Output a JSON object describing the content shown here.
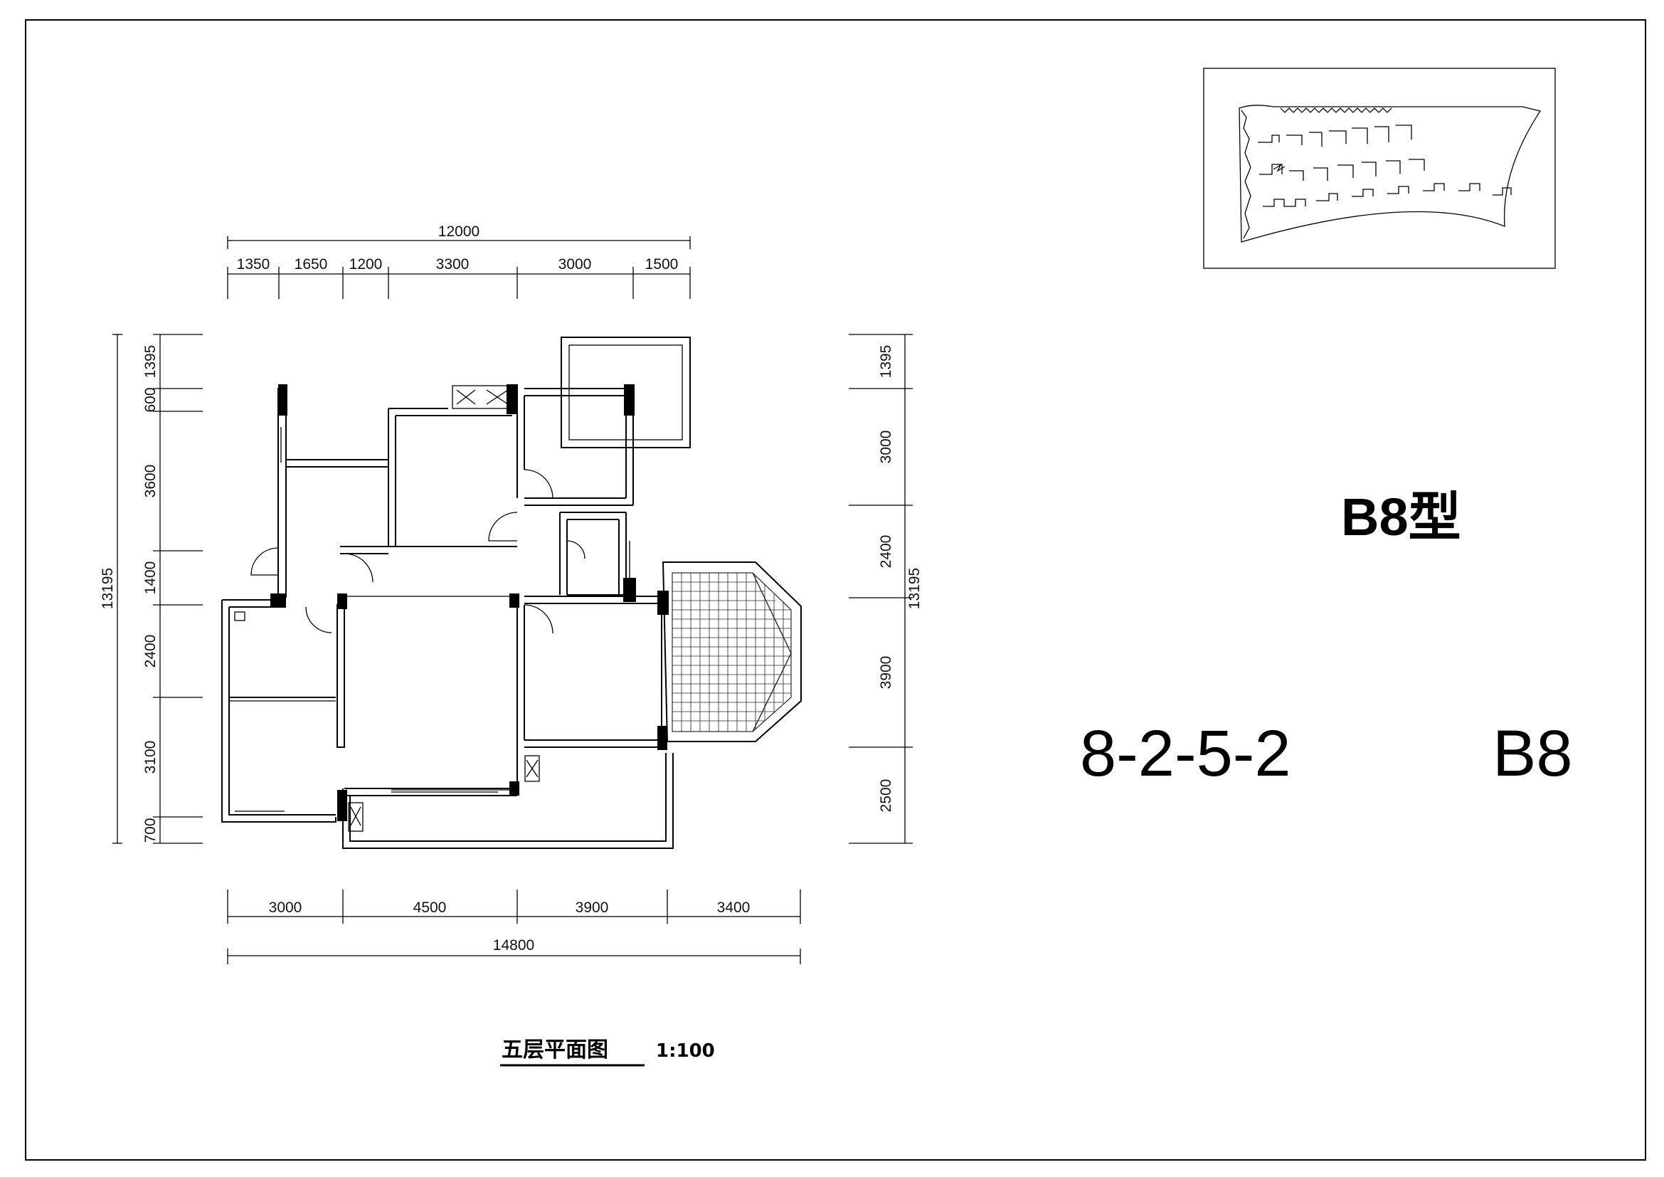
{
  "dimensions": {
    "top_total": "12000",
    "top_segments": [
      "1350",
      "1650",
      "1200",
      "3300",
      "3000",
      "1500"
    ],
    "bottom_segments": [
      "3000",
      "4500",
      "3900",
      "3400"
    ],
    "bottom_total": "14800",
    "left_segments": [
      "1395",
      "600",
      "3600",
      "1400",
      "2400",
      "3100",
      "700"
    ],
    "left_total": "13195",
    "right_segments": [
      "1395",
      "3000",
      "2400",
      "3900",
      "2500"
    ],
    "right_total": "13195"
  },
  "labels": {
    "type_title": "B8型",
    "unit_code": "8-2-5-2",
    "unit_type": "B8"
  },
  "caption": {
    "title": "五层平面图",
    "scale": "1:100"
  }
}
